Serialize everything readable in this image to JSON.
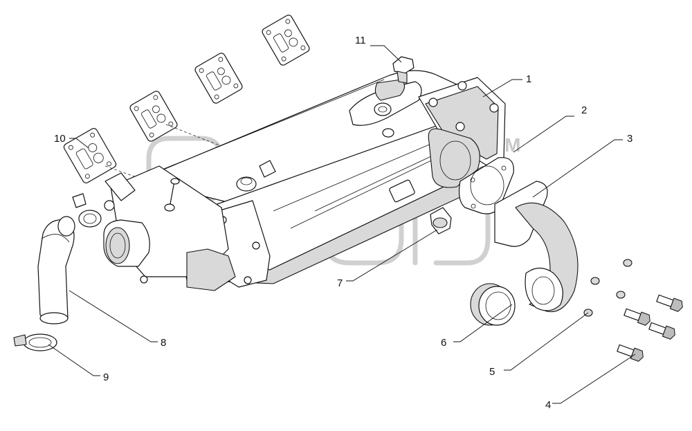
{
  "callouts": [
    {
      "id": "1",
      "label": "1"
    },
    {
      "id": "2",
      "label": "2"
    },
    {
      "id": "3",
      "label": "3"
    },
    {
      "id": "4",
      "label": "4"
    },
    {
      "id": "5",
      "label": "5"
    },
    {
      "id": "6",
      "label": "6"
    },
    {
      "id": "7",
      "label": "7"
    },
    {
      "id": "8",
      "label": "8"
    },
    {
      "id": "9",
      "label": "9"
    },
    {
      "id": "10",
      "label": "10"
    },
    {
      "id": "11",
      "label": "11"
    }
  ],
  "watermark": {
    "trademark": "TM"
  },
  "colors": {
    "line": "#111111",
    "watermark": "#c8c8c8",
    "shade": "#d9d9d9",
    "background": "#ffffff"
  }
}
